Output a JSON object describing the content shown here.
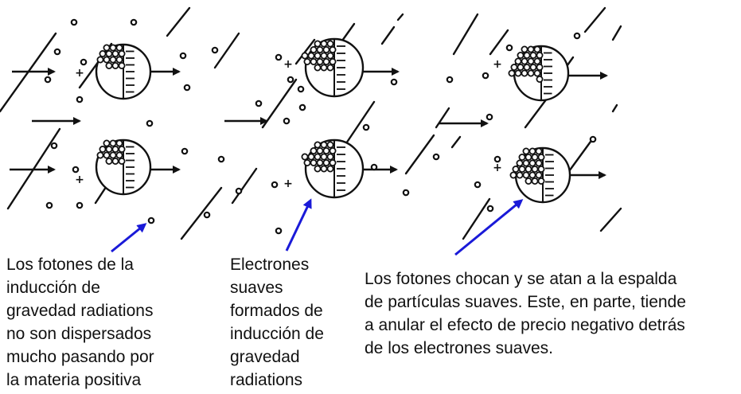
{
  "colors": {
    "ink": "#111111",
    "pointer_arrow": "#1a1ad8",
    "background": "#ffffff"
  },
  "captions": {
    "left": [
      "Los fotones de la",
      "inducción de",
      "gravedad radiations",
      "no son dispersados",
      "mucho pasando por",
      "la materia positiva"
    ],
    "middle": [
      "Electrones",
      "suaves",
      "formados de",
      "inducción de",
      "gravedad",
      "radiations"
    ],
    "right": [
      "Los fotones chocan y se atan a la espalda",
      "de partículas suaves. Este, en parte, tiende",
      "a anular el efecto de precio negativo detrás",
      "de los electrones suaves."
    ]
  },
  "symbols": {
    "plus": "+"
  }
}
